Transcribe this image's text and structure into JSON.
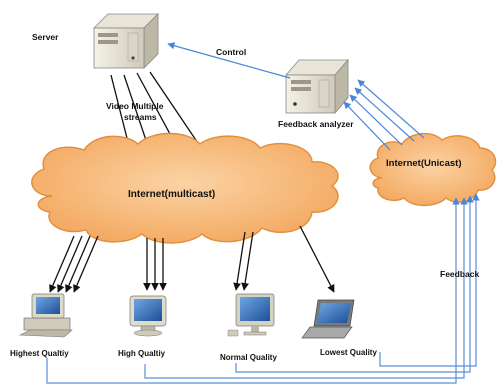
{
  "nodes": {
    "server": "Server",
    "video_streams_line1": "Video Multiple",
    "video_streams_line2": "streams",
    "control": "Control",
    "feedback_analyzer": "Feedback analyzer",
    "multicast_cloud": "Internet(multicast)",
    "unicast_cloud": "Internet(Unicast)",
    "feedback": "Feedback"
  },
  "clients": [
    {
      "label": "Highest Qualtiy",
      "device": "desktop-computer-icon"
    },
    {
      "label": "High Qualtiy",
      "device": "monitor-icon"
    },
    {
      "label": "Normal Quality",
      "device": "lcd-monitor-icon"
    },
    {
      "label": "Lowest Quality",
      "device": "laptop-icon"
    }
  ],
  "colors": {
    "cloud_fill": "#f7b875",
    "cloud_stroke": "#e08e3c",
    "feedback_line": "#5b8fd6",
    "stream_arrow": "#111111"
  }
}
